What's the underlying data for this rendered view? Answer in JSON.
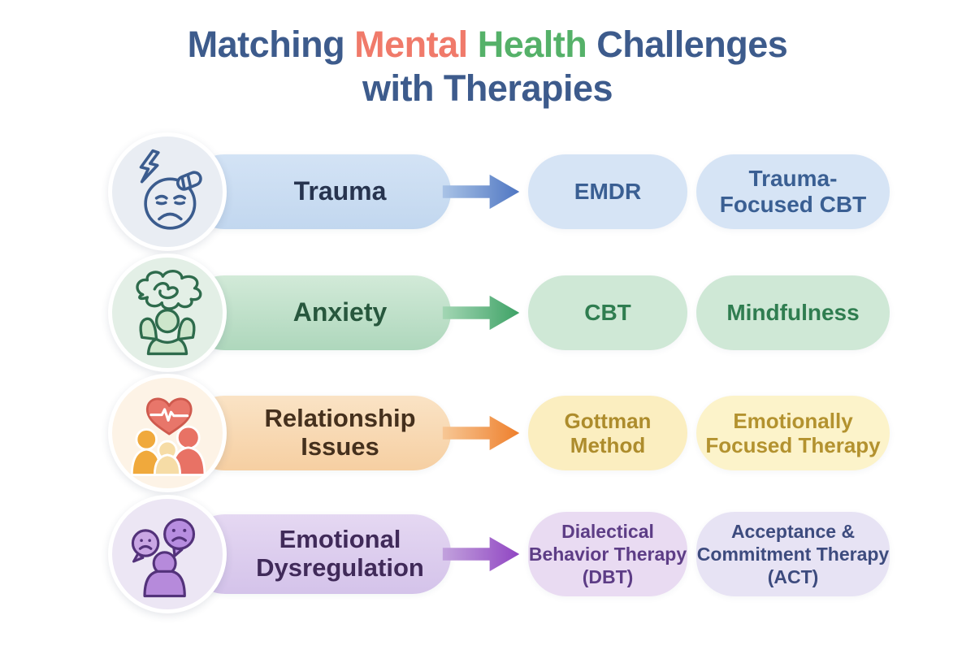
{
  "title": {
    "line1": [
      {
        "text": "Matching ",
        "color": "#3d5b8c"
      },
      {
        "text": "Mental ",
        "color": "#f07a6a"
      },
      {
        "text": "Health ",
        "color": "#55b169"
      },
      {
        "text": "Challenges",
        "color": "#3d5b8c"
      }
    ],
    "line2": {
      "text": "with Therapies",
      "color": "#3d5b8c"
    }
  },
  "rows": [
    {
      "id": "trauma",
      "icon": "distressed-face-icon",
      "challenge": "Trauma",
      "therapies": [
        {
          "label": "EMDR"
        },
        {
          "label": "Trauma-\nFocused CBT"
        }
      ],
      "colors": {
        "circle-bg": "#e9edf3",
        "icon-ink": "#3b5c8e",
        "pill-bg-top": "#d3e3f5",
        "pill-bg-bottom": "#c2d7ef",
        "pill-text": "#27344f",
        "t1-bg": "#d6e4f5",
        "t1-text": "#3a5f93",
        "t2-bg": "#d6e4f5",
        "t2-text": "#3a5f93",
        "arrow-from": "#a9c3e6",
        "arrow-to": "#4f76c2"
      }
    },
    {
      "id": "anxiety",
      "icon": "anxious-person-icon",
      "challenge": "Anxiety",
      "therapies": [
        {
          "label": "CBT"
        },
        {
          "label": "Mindfulness"
        }
      ],
      "colors": {
        "circle-bg": "#e3efe6",
        "icon-ink": "#2e6b4c",
        "icon-fill": "#cde6cb",
        "pill-bg-top": "#d2ead8",
        "pill-bg-bottom": "#aed7bc",
        "pill-text": "#27573d",
        "t1-bg": "#cfe8d6",
        "t1-text": "#2f7d50",
        "t2-bg": "#cfe8d6",
        "t2-text": "#2f7d50",
        "arrow-from": "#a3d6b4",
        "arrow-to": "#3ea266"
      }
    },
    {
      "id": "relationship-issues",
      "icon": "family-heart-icon",
      "challenge": "Relationship\nIssues",
      "therapies": [
        {
          "label": "Gottman\nMethod"
        },
        {
          "label": "Emotionally\nFocused Therapy"
        }
      ],
      "colors": {
        "circle-bg": "#fdf3e6",
        "icon-ink": "#cf5a4e",
        "icon-heart": "#e8766a",
        "icon-p1": "#f0a93c",
        "icon-p2": "#e87265",
        "icon-p3": "#f6dca6",
        "pill-bg-top": "#fae3c5",
        "pill-bg-bottom": "#f6cfa2",
        "pill-text": "#45301d",
        "t1-bg": "#fbeec0",
        "t1-text": "#ad8c2c",
        "t2-bg": "#fcf3ca",
        "t2-text": "#b3922f",
        "arrow-from": "#f7c795",
        "arrow-to": "#ee7f2c"
      }
    },
    {
      "id": "emotional-dysregulation",
      "icon": "sad-speech-bubbles-icon",
      "challenge": "Emotional\nDysregulation",
      "therapies": [
        {
          "label": "Dialectical\nBehavior Therapy\n(DBT)"
        },
        {
          "label": "Acceptance &\nCommitment Therapy\n(ACT)"
        }
      ],
      "colors": {
        "circle-bg": "#ece6f4",
        "icon-ink": "#53327a",
        "icon-bubble": "#c9a6e4",
        "icon-bubble2": "#b78de0",
        "icon-body": "#b68adb",
        "pill-bg-top": "#e5d8f2",
        "pill-bg-bottom": "#d4c3ea",
        "pill-text": "#402a59",
        "t1-bg": "#e9dbf2",
        "t1-text": "#5d3d86",
        "t2-bg": "#e7e3f4",
        "t2-text": "#3d4b7e",
        "arrow-from": "#c2a2dd",
        "arrow-to": "#9045c2"
      }
    }
  ]
}
